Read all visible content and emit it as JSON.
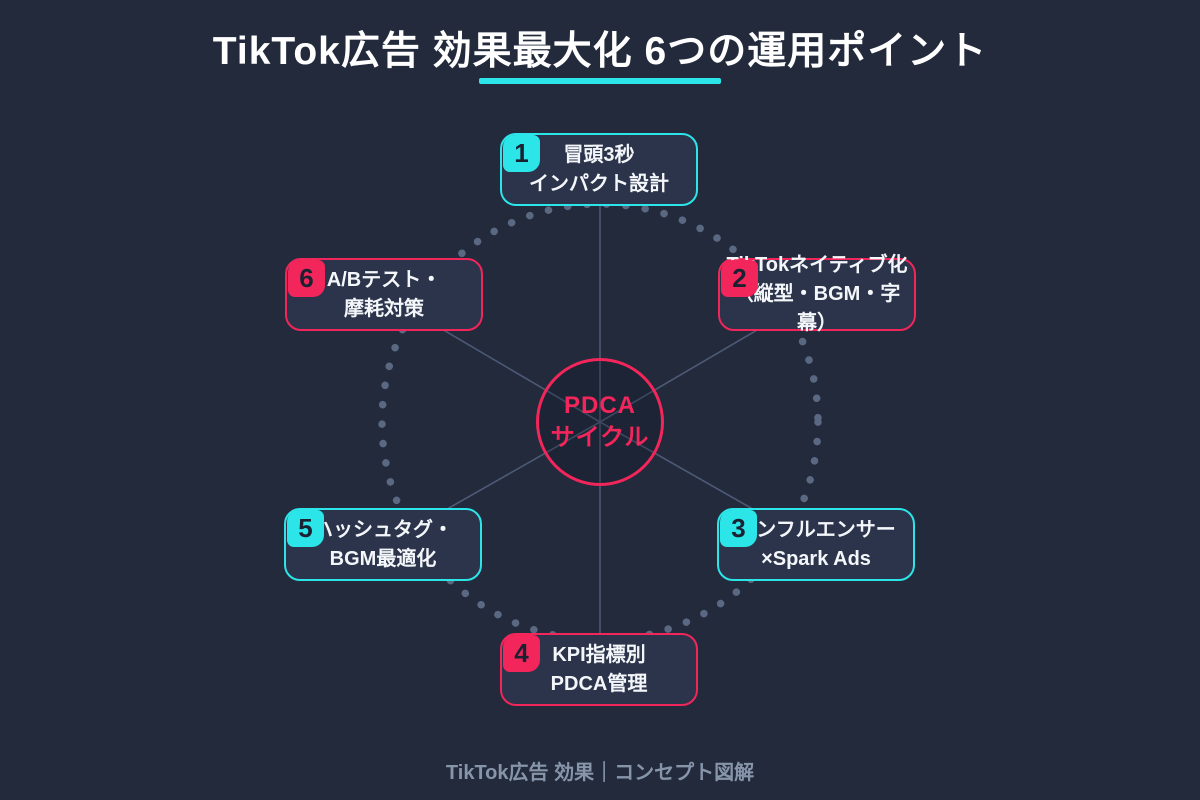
{
  "title": {
    "text": "TikTok広告 効果最大化 6つの運用ポイント"
  },
  "center": {
    "line1": "PDCA",
    "line2": "サイクル"
  },
  "nodes": [
    {
      "number": "1",
      "line1": "冒頭3秒",
      "line2": "インパクト設計",
      "accent": "cyan",
      "position": "top"
    },
    {
      "number": "2",
      "line1": "TikTokネイティブ化",
      "line2": "（縦型・BGM・字幕）",
      "accent": "pink",
      "position": "top-right"
    },
    {
      "number": "3",
      "line1": "インフルエンサー",
      "line2": "×Spark Ads",
      "accent": "cyan",
      "position": "bottom-right"
    },
    {
      "number": "4",
      "line1": "KPI指標別",
      "line2": "PDCA管理",
      "accent": "pink",
      "position": "bottom"
    },
    {
      "number": "5",
      "line1": "ハッシュタグ・",
      "line2": "BGM最適化",
      "accent": "cyan",
      "position": "bottom-left"
    },
    {
      "number": "6",
      "line1": "A/Bテスト・",
      "line2": "摩耗対策",
      "accent": "pink",
      "position": "top-left"
    }
  ],
  "footer": {
    "text": "TikTok広告 効果｜コンセプト図解"
  },
  "colors": {
    "background": "#222a3c",
    "box_fill": "#2c344c",
    "accent_cyan": "#2be5e8",
    "accent_pink": "#f2265a",
    "connector_line": "#6b7a9b",
    "dotted_circle": "#5a6882",
    "text_primary": "#f4f7fa",
    "text_muted": "#8795ab",
    "badge_number": "#1a2232"
  }
}
